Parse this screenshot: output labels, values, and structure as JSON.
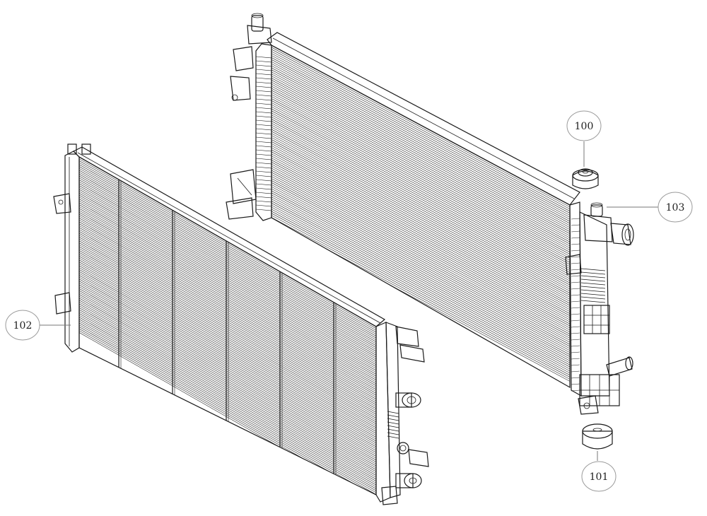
{
  "diagram": {
    "callouts": [
      {
        "id": "c100",
        "label": "100"
      },
      {
        "id": "c101",
        "label": "101"
      },
      {
        "id": "c102",
        "label": "102"
      },
      {
        "id": "c103",
        "label": "103"
      }
    ]
  },
  "colors": {
    "line": "#1a1a1a",
    "fill": "#ffffff",
    "callout_stroke": "#9a9a9a"
  }
}
